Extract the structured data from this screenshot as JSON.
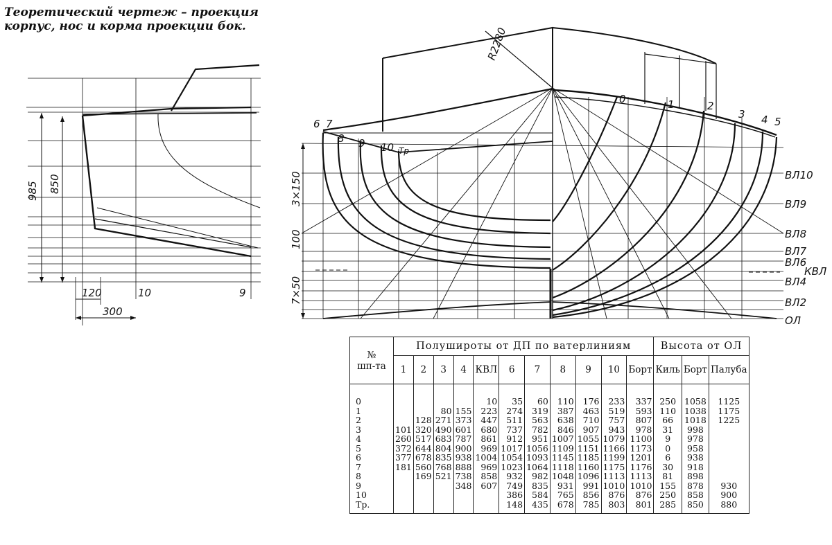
{
  "caption": {
    "line1": "Теоретический   чертеж – проекция",
    "line2": "корпус, нос и корма проекции бок."
  },
  "profile": {
    "dims": [
      "985",
      "850",
      "120",
      "300"
    ],
    "stations": [
      "10",
      "9"
    ]
  },
  "body_plan": {
    "radius": "R2280",
    "dims": [
      "3×150",
      "100",
      "7×50"
    ],
    "stations_right": [
      "0",
      "1",
      "2",
      "3",
      "4",
      "5"
    ],
    "stations_left": [
      "6",
      "7",
      "8",
      "9",
      "10",
      "Тр"
    ],
    "waterlines": [
      "ВЛ10",
      "ВЛ9",
      "ВЛ8",
      "ВЛ7",
      "ВЛ6",
      "КВЛ",
      "ВЛ4",
      "ВЛ2",
      "ОЛ"
    ]
  },
  "table": {
    "header_number": "№\nшп-та",
    "header_halfbreadths": "Полушироты от ДП по ватерлиниям",
    "header_heights": "Высота от ОЛ",
    "columns": [
      "1",
      "2",
      "3",
      "4",
      "КВЛ",
      "6",
      "7",
      "8",
      "9",
      "10",
      "Борт",
      "Киль",
      "Борт",
      "Палуба"
    ],
    "rows": [
      {
        "n": "0",
        "v": [
          "",
          "",
          "",
          "",
          "10",
          "35",
          "60",
          "110",
          "176",
          "233",
          "337",
          "250",
          "1058",
          "1125"
        ]
      },
      {
        "n": "1",
        "v": [
          "",
          "",
          "80",
          "155",
          "223",
          "274",
          "319",
          "387",
          "463",
          "519",
          "593",
          "110",
          "1038",
          "1175"
        ]
      },
      {
        "n": "2",
        "v": [
          "",
          "128",
          "271",
          "373",
          "447",
          "511",
          "563",
          "638",
          "710",
          "757",
          "807",
          "66",
          "1018",
          "1225"
        ]
      },
      {
        "n": "3",
        "v": [
          "101",
          "320",
          "490",
          "601",
          "680",
          "737",
          "782",
          "846",
          "907",
          "943",
          "978",
          "31",
          "998",
          ""
        ]
      },
      {
        "n": "4",
        "v": [
          "260",
          "517",
          "683",
          "787",
          "861",
          "912",
          "951",
          "1007",
          "1055",
          "1079",
          "1100",
          "9",
          "978",
          ""
        ]
      },
      {
        "n": "5",
        "v": [
          "372",
          "644",
          "804",
          "900",
          "969",
          "1017",
          "1056",
          "1109",
          "1151",
          "1166",
          "1173",
          "0",
          "958",
          ""
        ]
      },
      {
        "n": "6",
        "v": [
          "377",
          "678",
          "835",
          "938",
          "1004",
          "1054",
          "1093",
          "1145",
          "1185",
          "1199",
          "1201",
          "6",
          "938",
          ""
        ]
      },
      {
        "n": "7",
        "v": [
          "181",
          "560",
          "768",
          "888",
          "969",
          "1023",
          "1064",
          "1118",
          "1160",
          "1175",
          "1176",
          "30",
          "918",
          ""
        ]
      },
      {
        "n": "8",
        "v": [
          "",
          "169",
          "521",
          "738",
          "858",
          "932",
          "982",
          "1048",
          "1096",
          "1113",
          "1113",
          "81",
          "898",
          ""
        ]
      },
      {
        "n": "9",
        "v": [
          "",
          "",
          "",
          "348",
          "607",
          "749",
          "835",
          "931",
          "991",
          "1010",
          "1010",
          "155",
          "878",
          "930"
        ]
      },
      {
        "n": "10",
        "v": [
          "",
          "",
          "",
          "",
          "",
          "386",
          "584",
          "765",
          "856",
          "876",
          "876",
          "250",
          "858",
          "900"
        ]
      },
      {
        "n": "Тр.",
        "v": [
          "",
          "",
          "",
          "",
          "",
          "148",
          "435",
          "678",
          "785",
          "803",
          "801",
          "285",
          "850",
          "880"
        ]
      }
    ]
  }
}
